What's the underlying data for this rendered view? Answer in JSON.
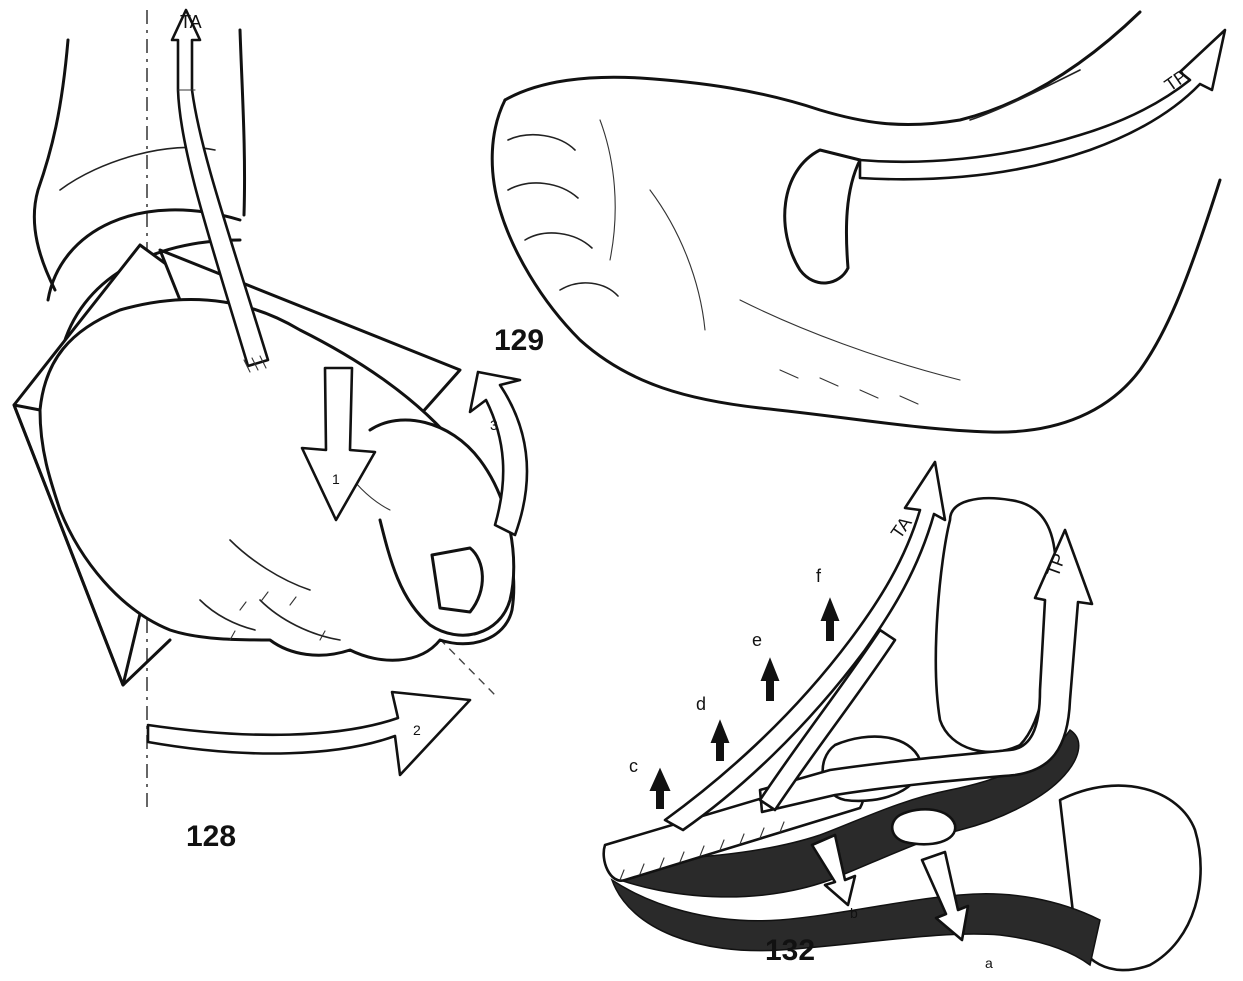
{
  "figures": [
    {
      "id": "fig-128",
      "label": "128"
    },
    {
      "id": "fig-129",
      "label": "129"
    },
    {
      "id": "fig-132",
      "label": "132"
    }
  ],
  "fig128": {
    "tendon_label": "TA",
    "arrow_labels": [
      "1",
      "2",
      "3"
    ]
  },
  "fig129": {
    "tendon_label": "TP"
  },
  "fig132": {
    "tendon_labels": [
      "TA",
      "TP"
    ],
    "letters": [
      "a",
      "b",
      "c",
      "d",
      "e",
      "f"
    ]
  }
}
